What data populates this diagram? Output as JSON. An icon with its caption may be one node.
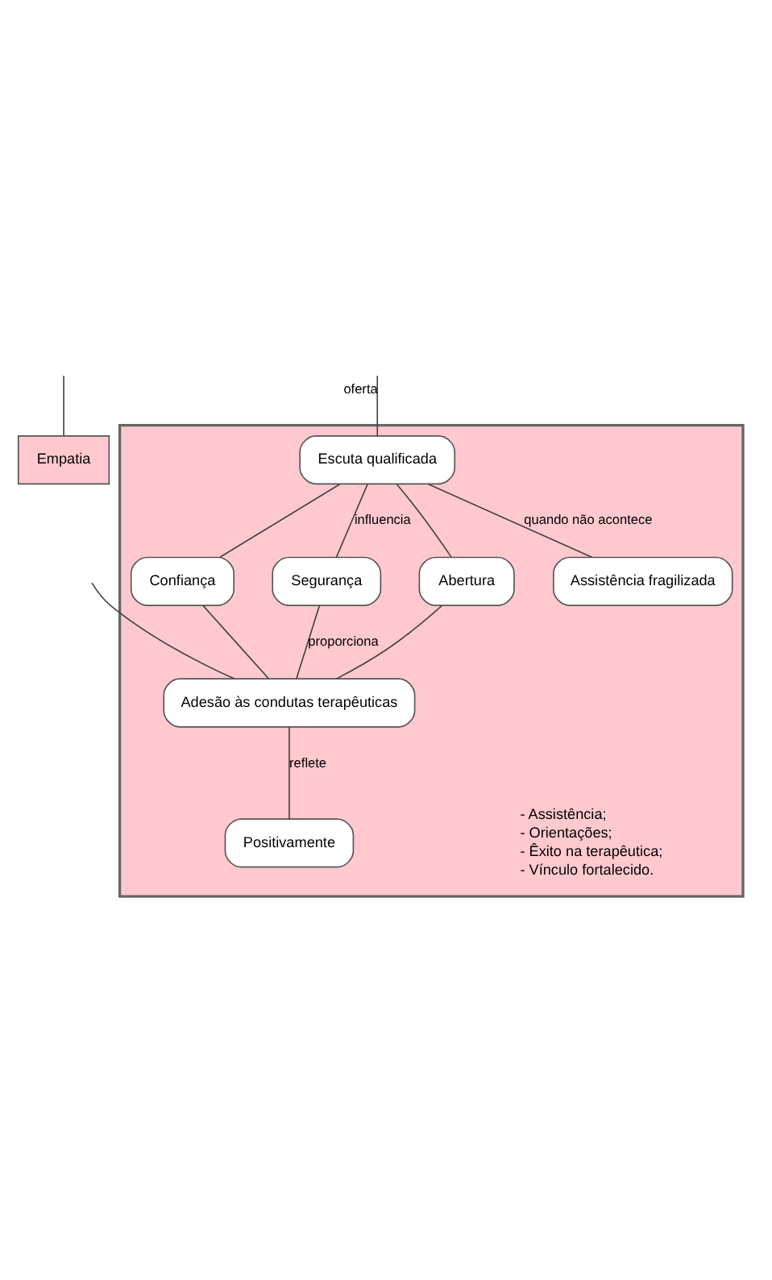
{
  "diagram": {
    "nodes": [
      {
        "text": [
          "Empatia"
        ]
      },
      {
        "text": [],
        "shape": "box"
      },
      {
        "text": [
          "Escuta qualificada"
        ],
        "in": 1
      },
      {
        "text": [
          "Confiança"
        ],
        "in": 1
      },
      {
        "text": [
          "Segurança"
        ],
        "in": 1
      },
      {
        "text": [
          "Abertura"
        ],
        "in": 1
      },
      {
        "text": [
          "Adesão às condutas terapêuticas"
        ],
        "in": 1
      },
      {
        "text": [
          "Assistência fragilizada"
        ],
        "in": 1
      },
      {
        "text": [
          "Positivamente"
        ],
        "in": 1
      }
    ],
    "edges": [
      {
        "from": null,
        "to": 0,
        "arrow": "none"
      },
      {
        "from": null,
        "to": 2,
        "arrow": "none",
        "label": "oferta"
      },
      {
        "from": 2,
        "to": 3,
        "arrow": "none"
      },
      {
        "from": 2,
        "to": 4,
        "arrow": "none",
        "label": "influencia"
      },
      {
        "from": 2,
        "to": 5,
        "arrow": "none"
      },
      {
        "from": 2,
        "to": 7,
        "arrow": "none",
        "label": "quando não acontece"
      },
      {
        "from": 3,
        "to": 6,
        "arrow": "none"
      },
      {
        "from": 4,
        "to": 6,
        "arrow": "none",
        "label": "proporciona"
      },
      {
        "from": 5,
        "to": 6,
        "arrow": "none"
      },
      {
        "from": null,
        "to": 6,
        "arrow": "none"
      },
      {
        "from": 6,
        "to": 8,
        "arrow": "none",
        "label": "reflete"
      }
    ],
    "labels": [
      "- Assistência;",
      "- Orientações;",
      "- Êxito na terapêutica;",
      "- Vínculo fortalecido."
    ]
  }
}
